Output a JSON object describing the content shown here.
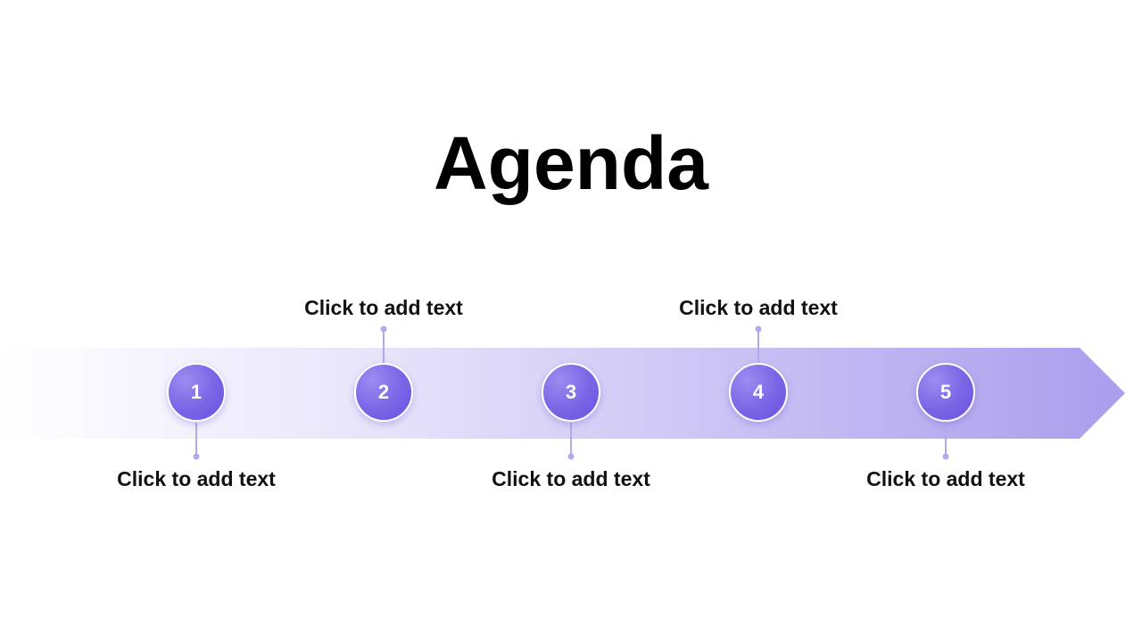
{
  "slide": {
    "title": "Agenda"
  },
  "timeline": {
    "accent_color": "#7a64e6",
    "steps": [
      {
        "number": "1",
        "label": "Click to add text",
        "position": "below"
      },
      {
        "number": "2",
        "label": "Click to add text",
        "position": "above"
      },
      {
        "number": "3",
        "label": "Click to add text",
        "position": "below"
      },
      {
        "number": "4",
        "label": "Click to add text",
        "position": "above"
      },
      {
        "number": "5",
        "label": "Click to add text",
        "position": "below"
      }
    ]
  }
}
